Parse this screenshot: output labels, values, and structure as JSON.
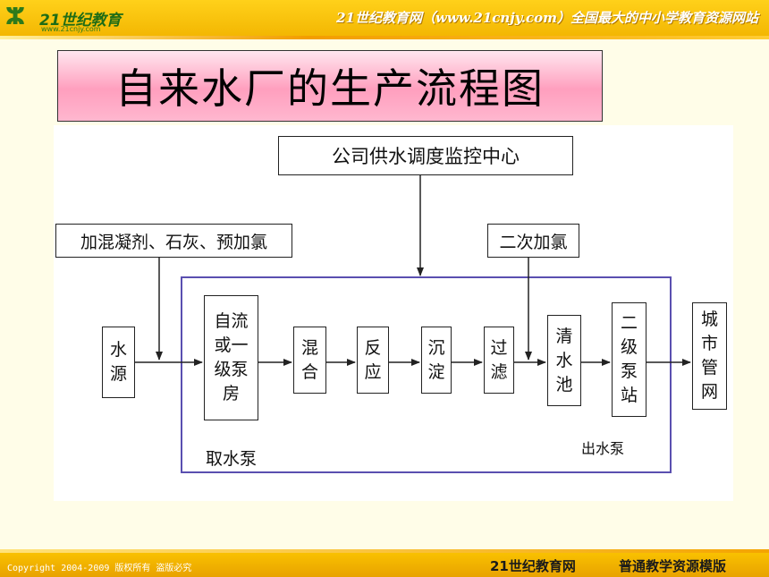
{
  "header": {
    "logo_mark": "ⵣ",
    "logo_text": "21世纪教育",
    "logo_url": "www.21cnjy.com",
    "slogan": "21世纪教育网（www.21cnjy.com）全国最大的中小学教育资源网站"
  },
  "title": "自来水厂的生产流程图",
  "diagram": {
    "top_label": "公司供水调度监控中心",
    "additive_1": "加混凝剂、石灰、预加氯",
    "additive_2": "二次加氯",
    "source": "水源",
    "step_intake": "自流或一级泵房",
    "step_mix": "混合",
    "step_react": "反应",
    "step_settle": "沉淀",
    "step_filter": "过滤",
    "step_clear": "清水池",
    "step_pump2": "二级泵站",
    "destination": "城市管网",
    "label_intake_pump": "取水泵",
    "label_outlet_pump": "出水泵"
  },
  "footer": {
    "copyright": "Copyright 2004-2009 版权所有 盗版必究",
    "brand": "21世纪教育网",
    "template": "普通教学资源模版"
  },
  "colors": {
    "header": "#f5b800",
    "title_bg": "#ff9fbe",
    "plant_border": "#5a4fb0",
    "footer": "#f0b000"
  }
}
